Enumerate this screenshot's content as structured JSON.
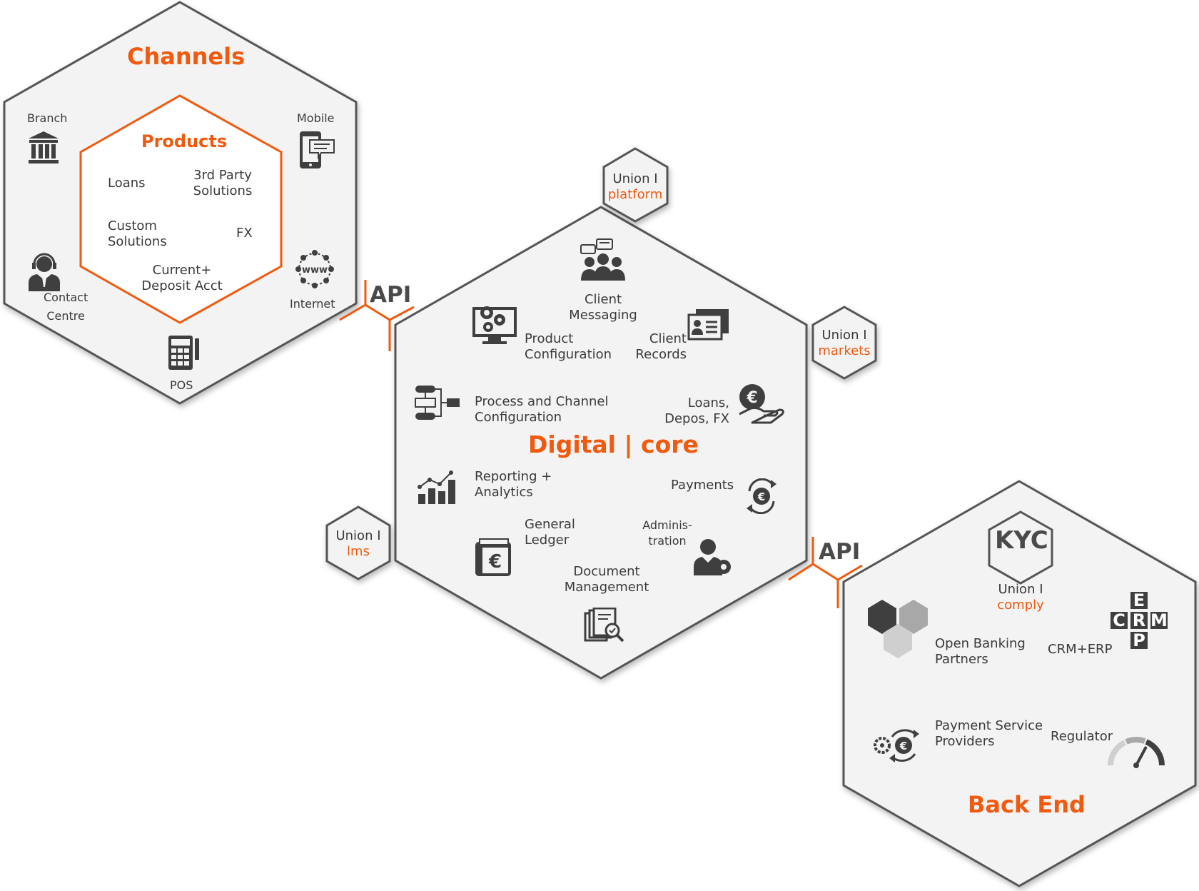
{
  "channels": {
    "title": "Channels",
    "products": {
      "title": "Products",
      "items": [
        "Loans",
        "3rd Party",
        "Solutions",
        "Custom",
        "Solutions",
        "FX",
        "Current+",
        "Deposit Acct"
      ]
    },
    "branch": "Branch",
    "mobile": "Mobile",
    "contact": [
      "Contact",
      "Centre"
    ],
    "internet": "Internet",
    "internet_icon_text": "www",
    "pos": "POS"
  },
  "api_left": "API",
  "api_right": "API",
  "core": {
    "title": "Digital | core",
    "client_messaging": [
      "Client",
      "Messaging"
    ],
    "product_configuration": [
      "Product",
      "Configuration"
    ],
    "client_records": [
      "Client",
      "Records"
    ],
    "process_channel": [
      "Process and Channel",
      "Configuration"
    ],
    "loans_depos": [
      "Loans,",
      "Depos,  FX"
    ],
    "reporting": [
      "Reporting +",
      "Analytics"
    ],
    "payments": "Payments",
    "general_ledger": [
      "General",
      "Ledger"
    ],
    "administration": [
      "Adminis-",
      "tration"
    ],
    "document_management": [
      "Document",
      "Management"
    ]
  },
  "satellites": {
    "platform": {
      "line1": "Union  I",
      "line2": "platform"
    },
    "markets": {
      "line1": "Union  I",
      "line2": "markets"
    },
    "lms": {
      "line1": "Union  I",
      "line2": "lms"
    }
  },
  "backend": {
    "title": "Back End",
    "kyc": "KYC",
    "comply": {
      "line1": "Union  I",
      "line2": "comply"
    },
    "open_banking": [
      "Open Banking",
      "Partners"
    ],
    "crm_erp": "CRM+ERP",
    "crm_letters": [
      "C",
      "R",
      "M"
    ],
    "erp_letters": [
      "E",
      "R",
      "P"
    ],
    "psp": [
      "Payment Service",
      "Providers"
    ],
    "regulator": "Regulator"
  },
  "colors": {
    "accent": "#f05a0f",
    "hex_fill": "#f3f3f3",
    "hex_stroke": "#555555",
    "icon": "#3f3f3f"
  }
}
